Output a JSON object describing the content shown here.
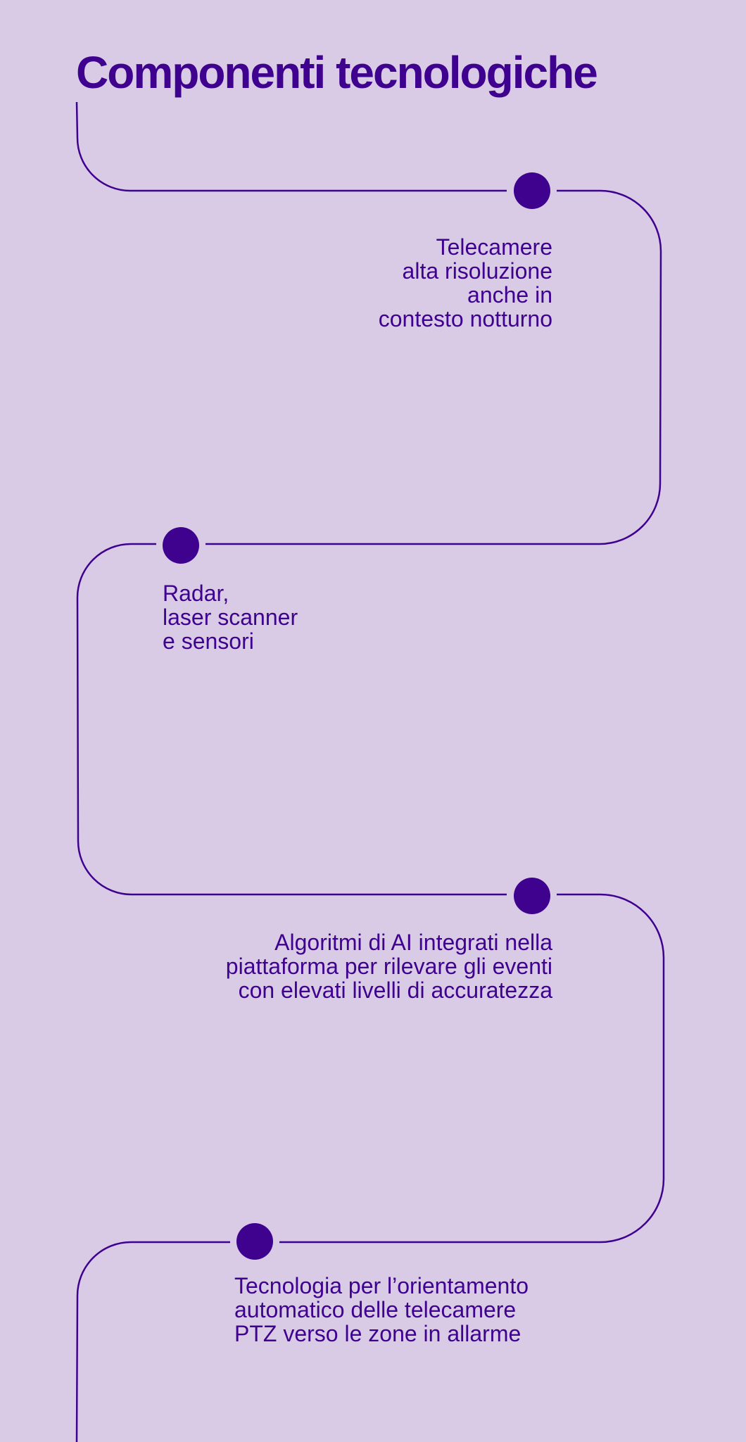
{
  "title": "Componenti tecnologiche",
  "colors": {
    "background": "#D9CBE6",
    "accent": "#3F028F"
  },
  "steps": [
    {
      "text": "Telecamere\nalta risoluzione\nanche in\ncontesto notturno"
    },
    {
      "text": "Radar,\nlaser scanner\ne sensori"
    },
    {
      "text": "Algoritmi di AI integrati nella\npiattaforma per rilevare gli eventi\ncon elevati livelli di accuratezza"
    },
    {
      "text": "Tecnologia per l’orientamento\nautomatico delle telecamere\nPTZ verso le zone in allarme"
    }
  ]
}
